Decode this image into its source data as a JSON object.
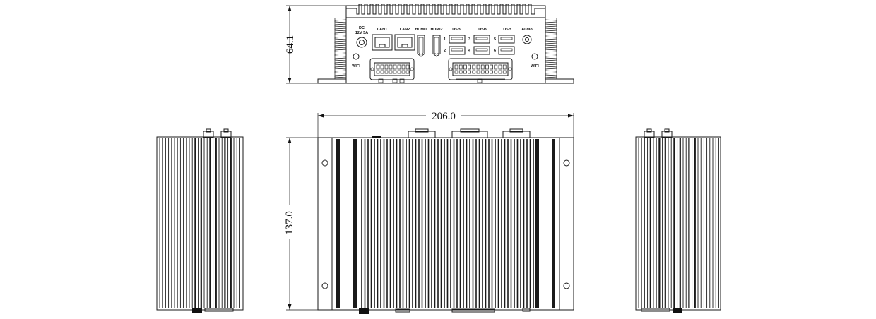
{
  "dimensions": {
    "height": "64.1",
    "width": "206.0",
    "depth": "137.0"
  },
  "front_panel": {
    "labels": {
      "dc_line1": "DC",
      "dc_line2": "12V 5A",
      "lan1": "LAN1",
      "lan2": "LAN2",
      "hdmi1": "HDMI1",
      "hdmi2": "HDMI2",
      "usb_a": "USB",
      "usb_b": "USB",
      "usb_c": "USB",
      "audio": "Audio",
      "wifi_left": "WIFI",
      "wifi_right": "WIFI"
    },
    "port_numbers": [
      "1",
      "2",
      "3",
      "4",
      "5",
      "6"
    ]
  }
}
